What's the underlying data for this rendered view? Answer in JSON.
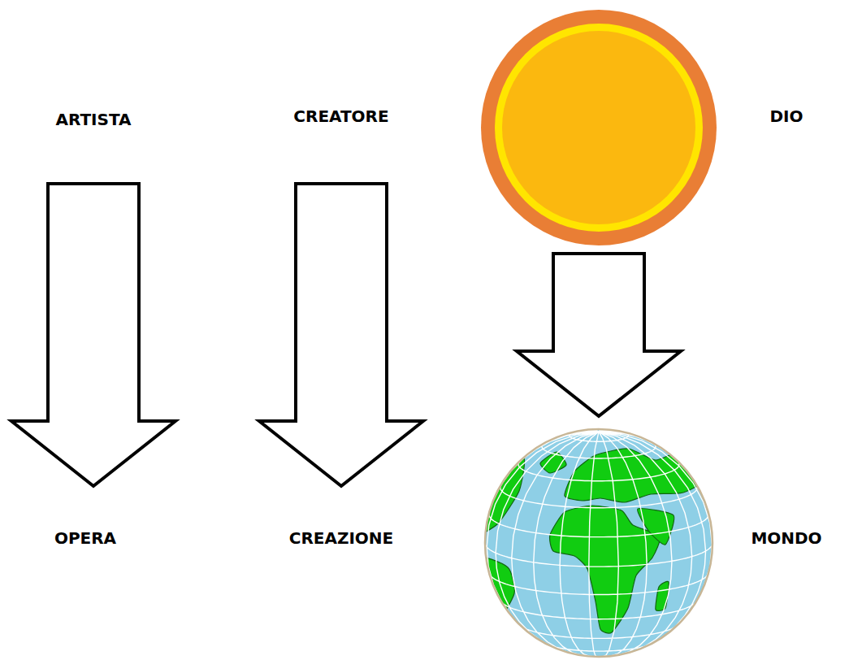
{
  "diagram": {
    "nodes": [
      {
        "text": [
          "ARTISTA"
        ]
      },
      {
        "text": [
          "CREATORE"
        ]
      },
      {
        "text": [
          "DIO"
        ]
      },
      {
        "text": [
          "OPERA"
        ]
      },
      {
        "text": [
          "CREAZIONE"
        ]
      },
      {
        "text": [
          "MONDO"
        ]
      }
    ],
    "edges": [
      {
        "from": 0,
        "to": 3,
        "arrow": "to"
      },
      {
        "from": 1,
        "to": 4,
        "arrow": "to"
      },
      {
        "from": 2,
        "to": 5,
        "arrow": "to"
      }
    ]
  }
}
